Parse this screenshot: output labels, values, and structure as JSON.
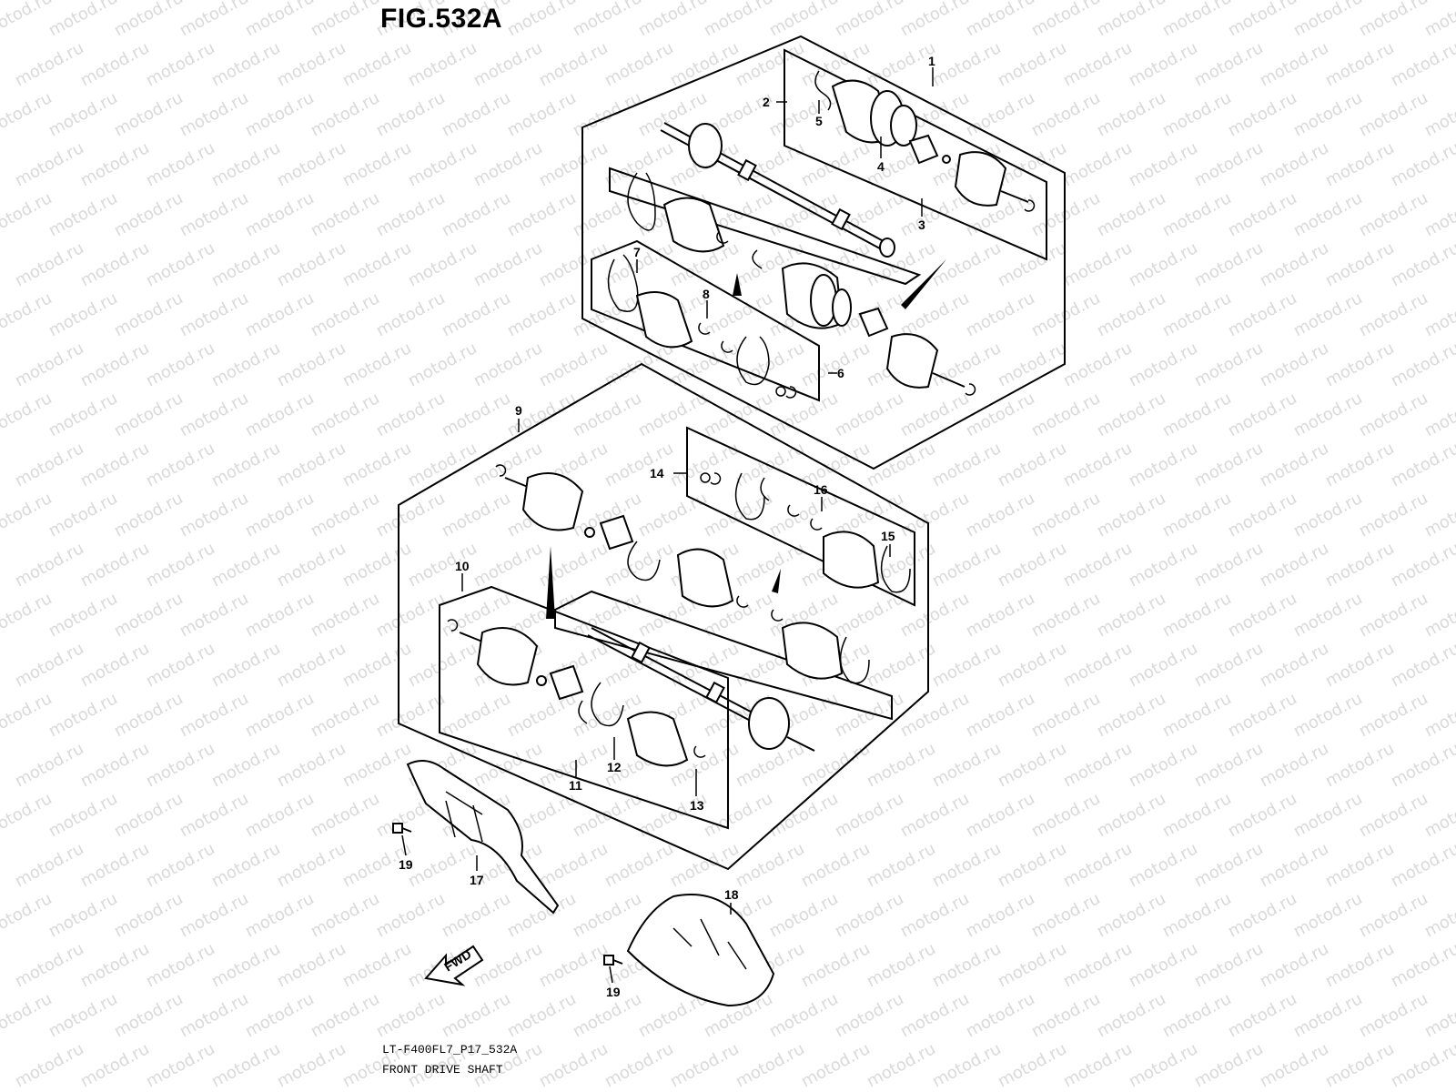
{
  "figure": {
    "title": "FIG.532A",
    "code": "LT-F400FL7_P17_532A",
    "caption": "FRONT DRIVE SHAFT",
    "watermark": "motod.ru",
    "fwd_label": "FWD"
  },
  "callouts": {
    "c1": "1",
    "c2": "2",
    "c3": "3",
    "c4": "4",
    "c5": "5",
    "c6": "6",
    "c7": "7",
    "c8": "8",
    "c9": "9",
    "c10": "10",
    "c11": "11",
    "c12": "12",
    "c13": "13",
    "c14": "14",
    "c15": "15",
    "c16": "16",
    "c17": "17",
    "c18": "18",
    "c19a": "19",
    "c19b": "19"
  }
}
